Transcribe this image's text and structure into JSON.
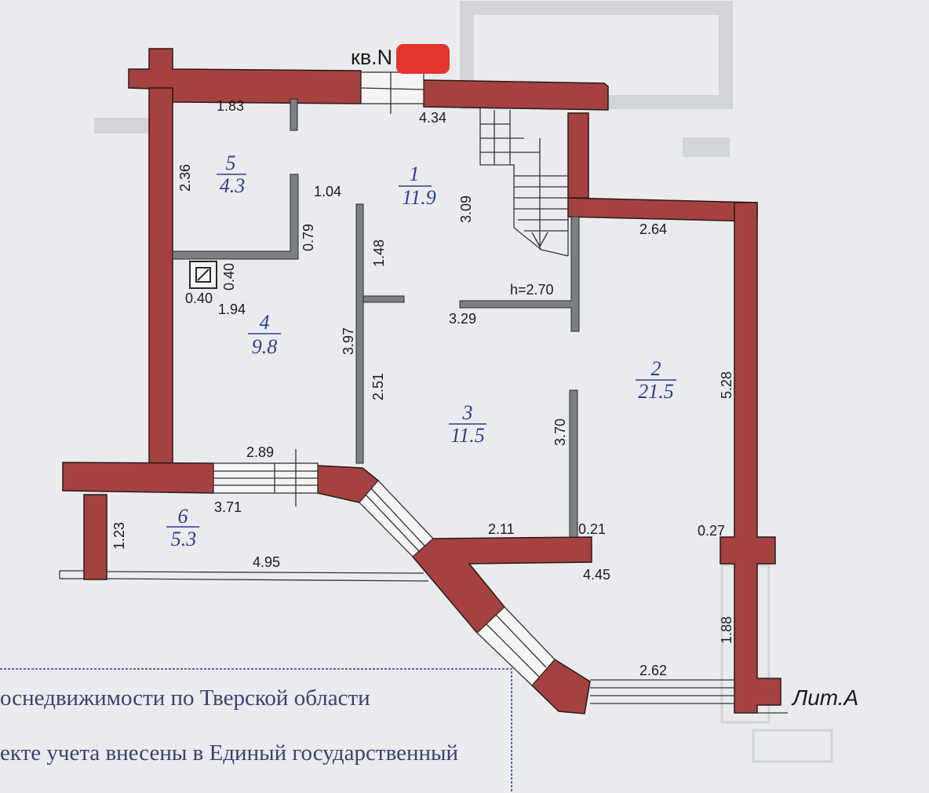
{
  "plan": {
    "title": "кв.N",
    "label_lit": "Лит.А",
    "height_label": "h=2.70",
    "rooms": [
      {
        "number": "1",
        "area": "11.9"
      },
      {
        "number": "2",
        "area": "21.5"
      },
      {
        "number": "3",
        "area": "11.5"
      },
      {
        "number": "4",
        "area": "9.8"
      },
      {
        "number": "5",
        "area": "4.3"
      },
      {
        "number": "6",
        "area": "5.3"
      }
    ],
    "dimensions": [
      "1.83",
      "4.34",
      "2.36",
      "1.04",
      "3.09",
      "0.79",
      "2.64",
      "1.48",
      "0.40",
      "0.40",
      "1.94",
      "3.29",
      "3.97",
      "2.51",
      "5.28",
      "3.70",
      "2.89",
      "3.71",
      "1.23",
      "2.11",
      "0.21",
      "0.27",
      "4.95",
      "4.45",
      "1.88",
      "2.62"
    ],
    "stamp_lines": [
      "оснедвижимости по Тверской области",
      "екте учета внесены в Единый государственный"
    ]
  },
  "colors": {
    "wall": "#a5413f",
    "room_label": "#2d3f8c",
    "stamp": "#3a4470"
  }
}
